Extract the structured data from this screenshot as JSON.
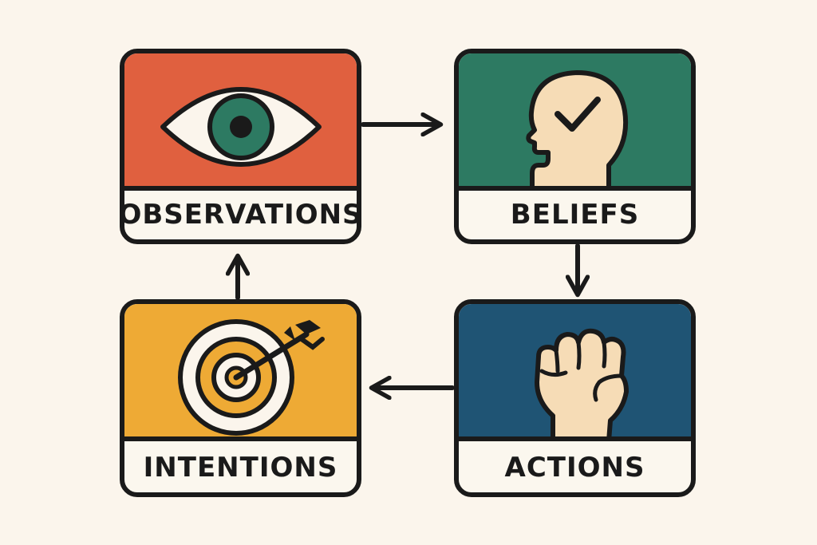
{
  "diagram": {
    "cards": [
      {
        "id": "observations",
        "label": "OBSERVATIONS",
        "icon": "eye-icon",
        "color": "#e0603f"
      },
      {
        "id": "beliefs",
        "label": "BELIEFS",
        "icon": "head-check-icon",
        "color": "#2d7a62"
      },
      {
        "id": "actions",
        "label": "ACTIONS",
        "icon": "fist-icon",
        "color": "#1f5474"
      },
      {
        "id": "intentions",
        "label": "INTENTIONS",
        "icon": "target-icon",
        "color": "#eeaa35"
      }
    ],
    "flow": [
      "observations",
      "beliefs",
      "actions",
      "intentions",
      "observations"
    ],
    "colors": {
      "outline": "#1a1a1a",
      "background": "#fbf5ec",
      "skin": "#f6dcb6",
      "panel": "#fbf7ee"
    }
  }
}
